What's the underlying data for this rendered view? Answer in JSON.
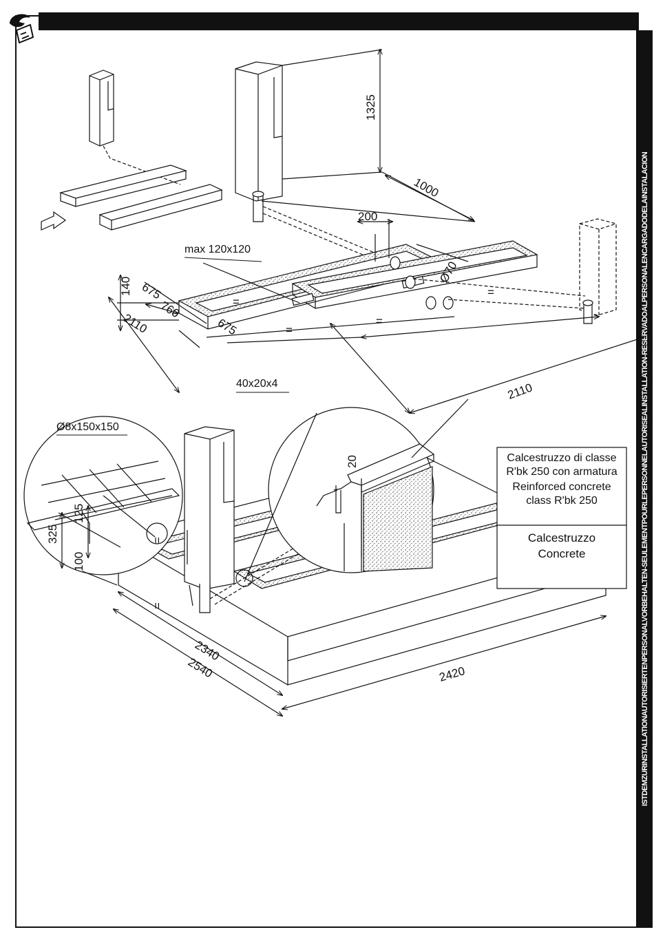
{
  "header": {
    "logo_icon": "brand-logo-icon",
    "bar_color": "#111111"
  },
  "sidebar": {
    "text": "ISTDEMZURINSTALLATIONAUTORISIERTENPERSONALVORBEHALTEN-SEULEMENTPOURLEPERSONNELAUTORISEALINSTALLATION-RESERVADOALPERSONALENCARGADODELAINSTALACION"
  },
  "top_view": {
    "dims": {
      "height": "1325",
      "depth": "1000",
      "spacing": "200",
      "duct": "Ø70",
      "box_depth": "140",
      "cutout": "max 120x120",
      "left_a": "675",
      "left_b": "760",
      "left_c": "675",
      "left_total": "2110",
      "right_total": "2110",
      "equal": "="
    }
  },
  "bottom_view": {
    "mesh": "Ø8x150x150",
    "profile": "40x20x4",
    "gap": "20",
    "h1": "125",
    "h2": "325",
    "h3": "100",
    "w1": "2340",
    "w2": "2540",
    "w3": "2420",
    "equal": "="
  },
  "legend": {
    "reinforced_it_1": "Calcestruzzo di classe",
    "reinforced_it_2": "R'bk 250 con armatura",
    "reinforced_en_1": "Reinforced concrete",
    "reinforced_en_2": "class R'bk 250",
    "plain_it": "Calcestruzzo",
    "plain_en": "Concrete"
  }
}
